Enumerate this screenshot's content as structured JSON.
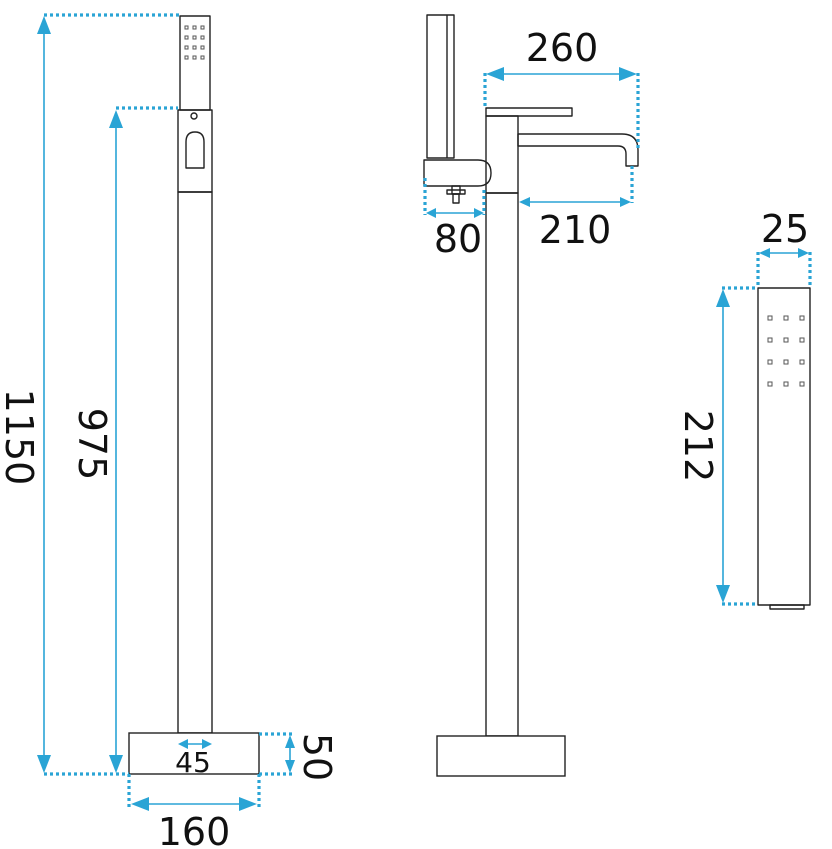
{
  "colors": {
    "dimension": "#2aa4d5",
    "outline": "#222222",
    "text": "#111111"
  },
  "dimensions": {
    "total_height": "1150",
    "spout_height": "975",
    "base_height": "50",
    "column_width": "45",
    "base_width": "160",
    "spout_reach": "260",
    "handshower_offset": "80",
    "spout_projection": "210",
    "handshower_width": "25",
    "handshower_length": "212"
  }
}
